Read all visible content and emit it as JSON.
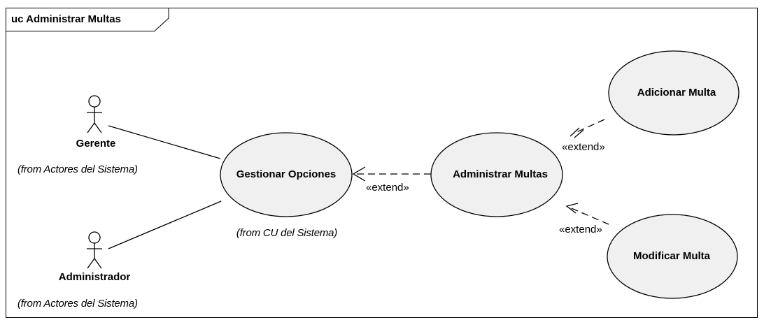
{
  "frame": {
    "title": "uc Administrar Multas"
  },
  "actors": [
    {
      "name": "Gerente",
      "from": "(from Actores del Sistema)"
    },
    {
      "name": "Administrador",
      "from": "(from Actores del Sistema)"
    }
  ],
  "use_cases": [
    {
      "name": "Gestionar Opciones",
      "from": "(from CU del Sistema)"
    },
    {
      "name": "Administrar Multas"
    },
    {
      "name": "Adicionar Multa"
    },
    {
      "name": "Modificar Multa"
    }
  ],
  "relations": [
    {
      "stereotype": "«extend»"
    },
    {
      "stereotype": "«extend»"
    },
    {
      "stereotype": "«extend»"
    }
  ],
  "colors": {
    "ellipse_fill": "#f0f0f0",
    "line": "#000000",
    "background": "#ffffff"
  }
}
